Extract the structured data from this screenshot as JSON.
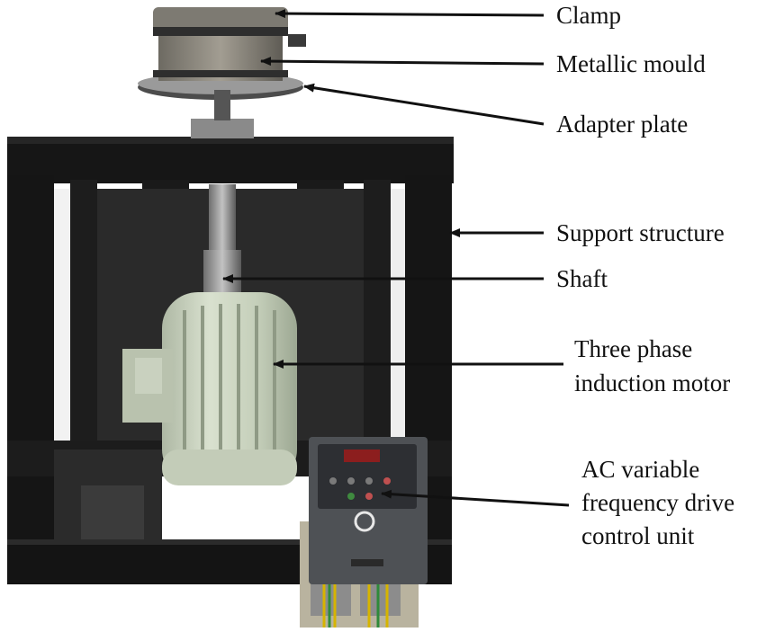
{
  "colors": {
    "frame": "#141414",
    "motor": "#cfd8c4",
    "drive": "#4c4f53",
    "background": "#ffffff",
    "text": "#111111"
  },
  "labels": {
    "clamp": "Clamp",
    "metallic_mould": "Metallic mould",
    "adapter_plate": "Adapter plate",
    "support_structure": "Support structure",
    "shaft": "Shaft",
    "motor_line1": "Three phase",
    "motor_line2": "induction motor",
    "drive_line1": "AC variable",
    "drive_line2": "frequency drive",
    "drive_line3": "control unit"
  }
}
